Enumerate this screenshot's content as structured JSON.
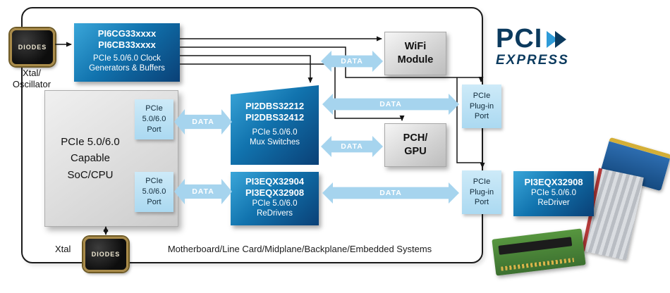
{
  "colors": {
    "blue_box_light": "#3aa6d9",
    "blue_box_dark": "#0a4076",
    "data_arrow_blue": "#a6d4ee",
    "port_blue": "#bfe2f4",
    "gray_box": "#d2d2d2",
    "pci_logo_navy": "#0b3a5e",
    "pci_logo_blue": "#2e9bd8"
  },
  "board": {
    "caption": "Motherboard/Line Card/Midplane/Backplane/Embedded Systems"
  },
  "clock_gen": {
    "part1": "PI6CG33xxxx",
    "part2": "PI6CB33xxxx",
    "desc1": "PCIe 5.0/6.0 Clock",
    "desc2": "Generators & Buffers"
  },
  "soc": {
    "line1": "PCIe 5.0/6.0",
    "line2": "Capable",
    "line3": "SoC/CPU",
    "port": {
      "line1": "PCIe",
      "line2": "5.0/6.0",
      "line3": "Port"
    }
  },
  "mux": {
    "part1": "PI2DBS32212",
    "part2": "PI2DBS32412",
    "desc1": "PCIe 5.0/6.0",
    "desc2": "Mux Switches"
  },
  "redrivers": {
    "part1": "PI3EQX32904",
    "part2": "PI3EQX32908",
    "desc1": "PCIe 5.0/6.0",
    "desc2": "ReDrivers"
  },
  "wifi": {
    "line1": "WiFi",
    "line2": "Module"
  },
  "pch": {
    "line1": "PCH/",
    "line2": "GPU"
  },
  "plugin_port": {
    "line1": "PCIe",
    "line2": "Plug-in",
    "line3": "Port"
  },
  "riser": {
    "part": "PI3EQX32908",
    "desc1": "PCIe 5.0/6.0",
    "desc2": "ReDriver"
  },
  "xtal_osc": {
    "line1": "Xtal/",
    "line2": "Oscillator"
  },
  "xtal": {
    "label": "Xtal"
  },
  "diodes_logo": "DIODES",
  "data_label": "DATA",
  "pci_logo": {
    "pci": "PCI",
    "express": "EXPRESS"
  }
}
